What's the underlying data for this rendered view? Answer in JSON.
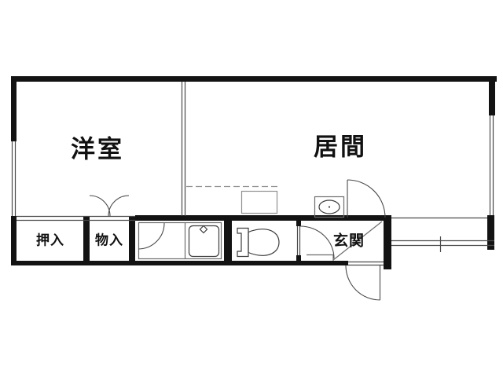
{
  "rooms": {
    "western_room": {
      "label": "洋室"
    },
    "living_room": {
      "label": "居間"
    },
    "closet": {
      "label": "押入"
    },
    "storage": {
      "label": "物入"
    },
    "entrance": {
      "label": "玄関"
    }
  },
  "fixtures": {
    "bathtub": "bathtub-icon",
    "toilet": "toilet-icon",
    "kitchen_sink": "kitchen-sink-icon",
    "washbasin": "washbasin-icon",
    "faucet": "faucet-diamond-icon"
  },
  "doors": {
    "storage_double_door": "double-swing-door-icon",
    "bath_door": "door-swing-icon",
    "kitchen_door": "door-swing-icon",
    "toilet_door": "door-swing-icon",
    "entrance_door": "door-swing-icon"
  },
  "colors": {
    "wall": "#131313",
    "line": "#4a4a4a",
    "detail": "#777777",
    "fixture": "#3d3d3d",
    "counter": "#909090",
    "background": "#ffffff"
  }
}
